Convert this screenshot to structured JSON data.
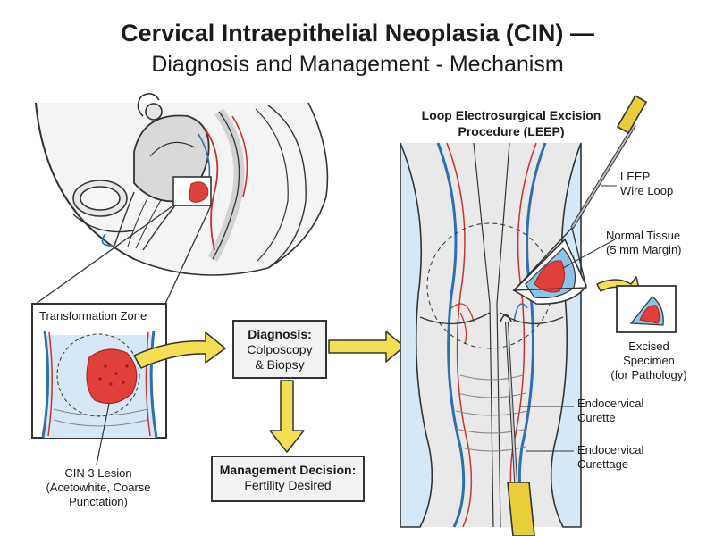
{
  "title": {
    "line1": "Cervical Intraepithelial Neoplasia (CIN) —",
    "line2": "Diagnosis and Management - Mechanism"
  },
  "leep_heading": {
    "line1": "Loop Electrosurgical Excision",
    "line2": "Procedure (LEEP)"
  },
  "inset": {
    "heading": "Transformation Zone",
    "lesion_label": [
      "CIN 3 Lesion",
      "(Acetowhite, Coarse",
      "Punctation)"
    ]
  },
  "diagnosis_box": {
    "heading": "Diagnosis:",
    "lines": [
      "Colposcopy",
      "& Biopsy"
    ]
  },
  "management_box": {
    "heading": "Management Decision:",
    "line": "Fertility Desired"
  },
  "labels": {
    "wire_loop": [
      "LEEP",
      "Wire Loop"
    ],
    "normal_tissue": [
      "Normal Tissue",
      "(5 mm Margin)"
    ],
    "excised": [
      "Excised",
      "Specimen",
      "(for Pathology)"
    ],
    "curette": [
      "Endocervical",
      "Curette"
    ],
    "curettage": [
      "Endocervical",
      "Curettage"
    ]
  },
  "colors": {
    "tissue_gray": "#e6e6e6",
    "lumen_blue": "#d6e8f5",
    "vessel_red": "#c8322f",
    "vessel_blue": "#2f6fb0",
    "lesion_red": "#e0403a",
    "arrow_yellow": "#f2df52",
    "instrument_yellow": "#e8cf3a"
  }
}
